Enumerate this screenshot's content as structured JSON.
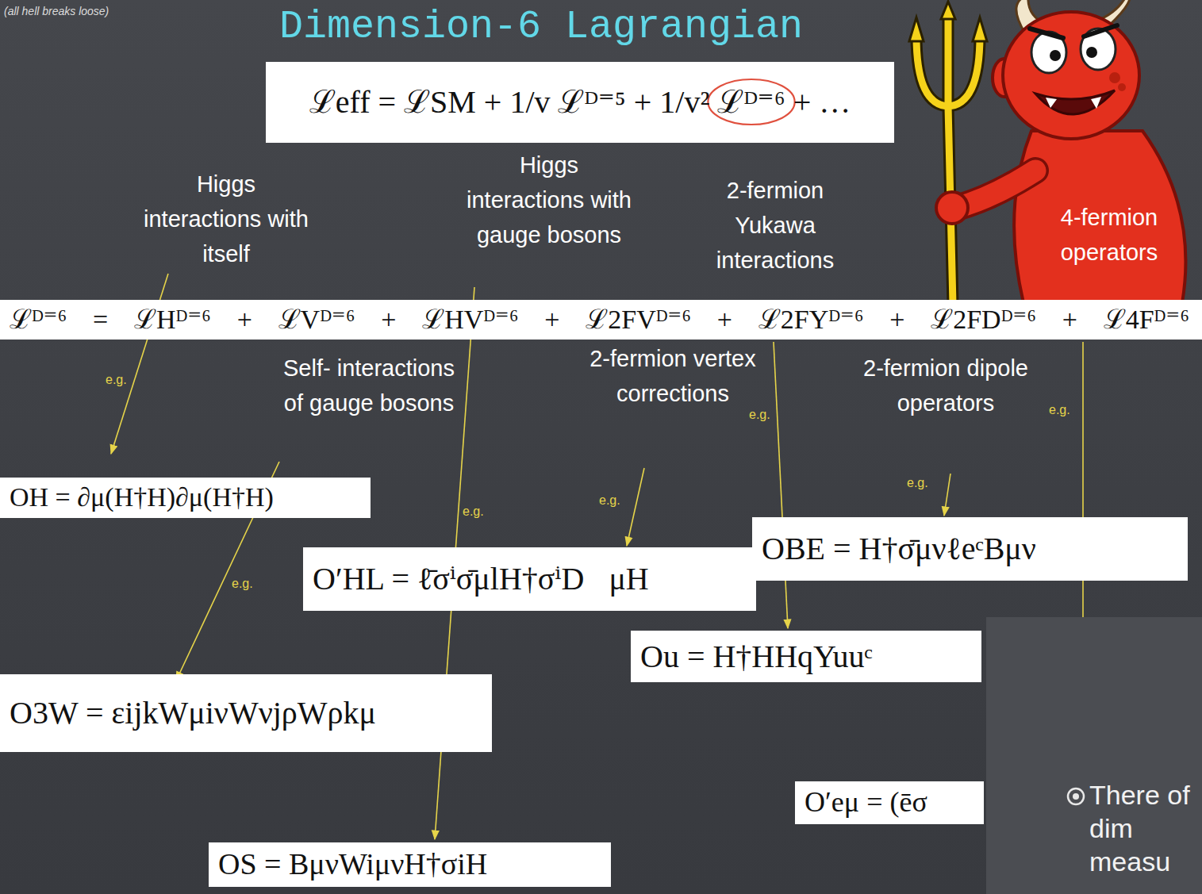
{
  "diagram": {
    "title": "Dimension-6 Lagrangian",
    "nodes": [
      {
        "text": [
          "ℒeff = ℒSM + 1/v ℒᴰ⁼⁵ + 1/v² ℒᴰ⁼⁶ + …"
        ]
      },
      {
        "text": [
          "ℒᴰ⁼⁶ = ℒHᴰ⁼⁶ + ℒVᴰ⁼⁶ + ℒHVᴰ⁼⁶ + ℒ2FVᴰ⁼⁶ + ℒ2FYᴰ⁼⁶ + ℒ2FDᴰ⁼⁶ + ℒ4Fᴰ⁼⁶"
        ]
      },
      {
        "text": [
          "OH = ∂μ(H†H)∂μ(H†H)"
        ]
      },
      {
        "text": [
          "OBE = H†σ̄μνℓeᶜBμν"
        ]
      },
      {
        "text": [
          "O′HL = ℓ̄σⁱσ̄μlH†σⁱD⃡μH"
        ]
      },
      {
        "text": [
          "There of dim measu"
        ]
      },
      {
        "text": [
          "Ou = H†HHqYuuᶜ"
        ]
      },
      {
        "text": [
          "O3W = εijkWμiνWνjρWρkμ"
        ]
      },
      {
        "text": [
          "O′eμ = (ēσ"
        ]
      },
      {
        "text": [
          "OS = BμνWiμνH†σiH"
        ]
      }
    ],
    "labels": [
      "(all hell breaks loose)",
      "Higgs interactions with itself",
      "Higgs interactions with gauge bosons",
      "2-fermion Yukawa interactions",
      "4-fermion operators",
      "Self- interactions of gauge bosons",
      "2-fermion vertex corrections",
      "2-fermion dipole operators",
      "e.g.",
      "e.g.",
      "e.g.",
      "e.g.",
      "e.g.",
      "e.g.",
      "e.g."
    ]
  }
}
